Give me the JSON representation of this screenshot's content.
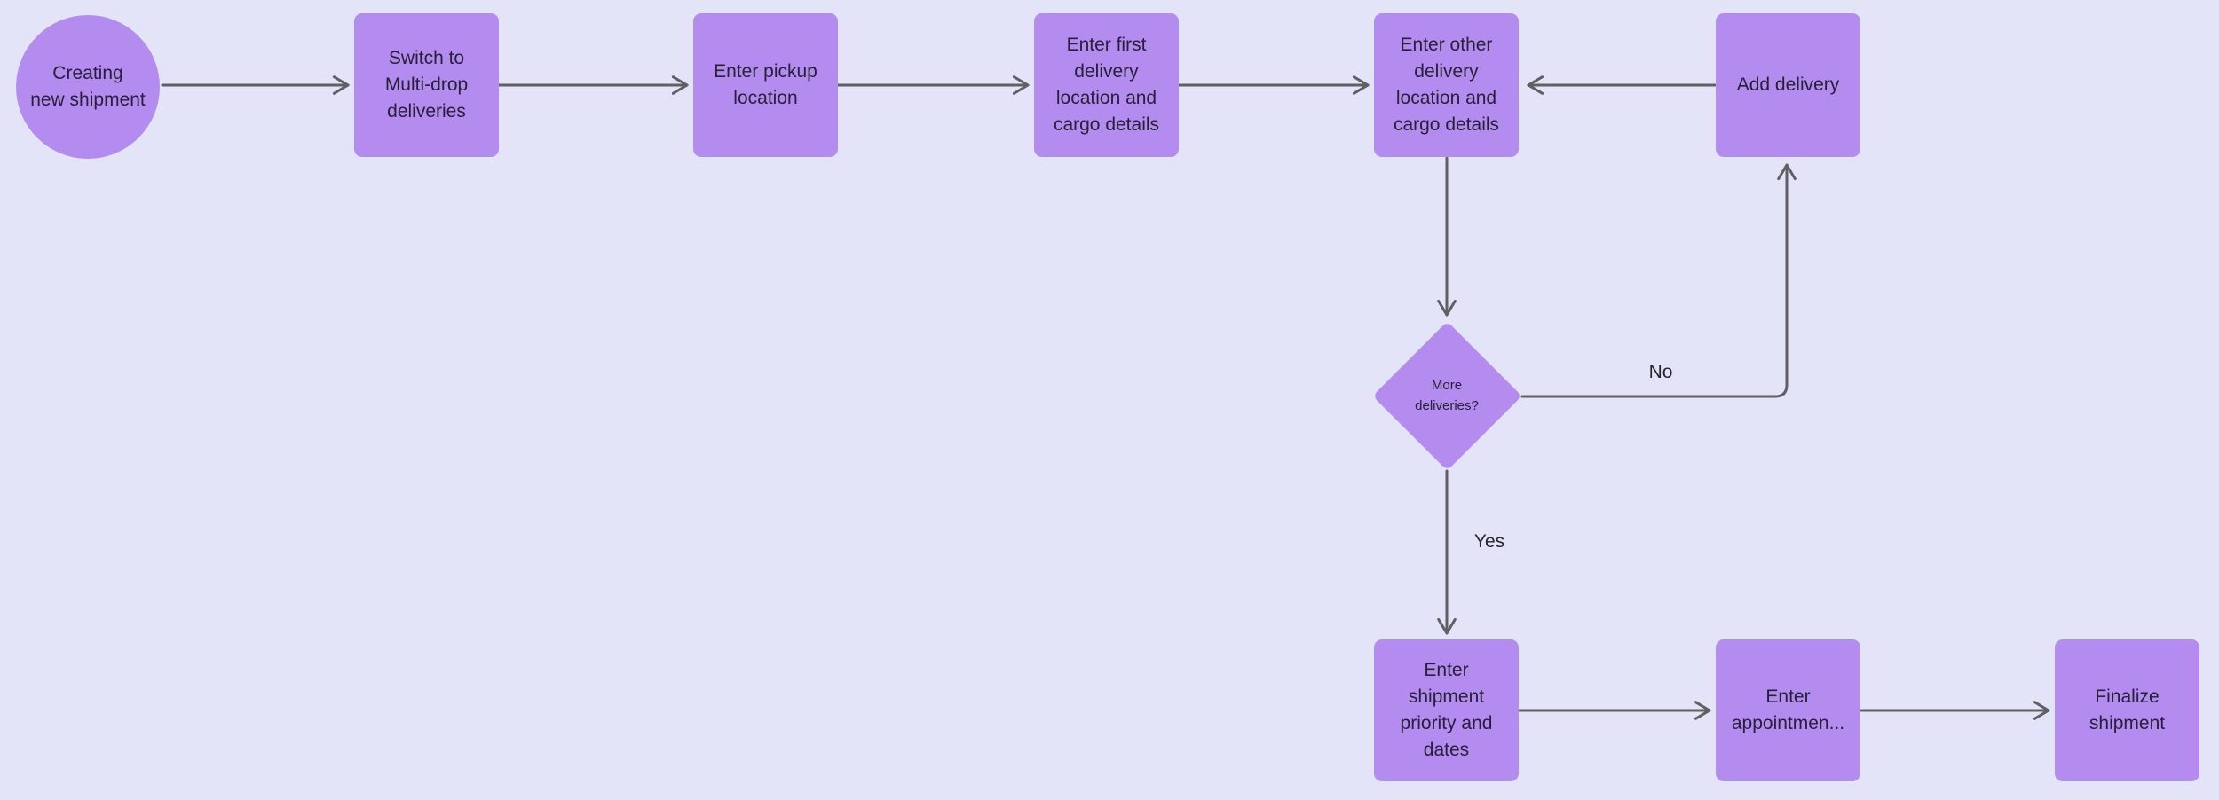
{
  "colors": {
    "background": "#e4e4f8",
    "node_fill": "#b48cf0",
    "node_text": "#27203a",
    "connector": "#5f5f64",
    "label_text": "#26262e"
  },
  "nodes": {
    "start": {
      "shape": "circle",
      "label": "Creating\nnew shipment"
    },
    "switch_multidrop": {
      "shape": "process",
      "label": "Switch to\nMulti-drop\ndeliveries"
    },
    "pickup_location": {
      "shape": "process",
      "label": "Enter pickup\nlocation"
    },
    "first_delivery": {
      "shape": "process",
      "label": "Enter first\ndelivery\nlocation and\ncargo details"
    },
    "other_delivery": {
      "shape": "process",
      "label": "Enter other\ndelivery\nlocation and\ncargo details"
    },
    "add_delivery": {
      "shape": "process",
      "label": "Add delivery"
    },
    "more_deliveries": {
      "shape": "decision",
      "label": "More\ndeliveries?"
    },
    "shipment_priority": {
      "shape": "process",
      "label": "Enter\nshipment\npriority and\ndates"
    },
    "appointment": {
      "shape": "process",
      "label": "Enter\nappointmen..."
    },
    "finalize": {
      "shape": "process",
      "label": "Finalize\nshipment"
    }
  },
  "edge_labels": {
    "no": "No",
    "yes": "Yes"
  }
}
